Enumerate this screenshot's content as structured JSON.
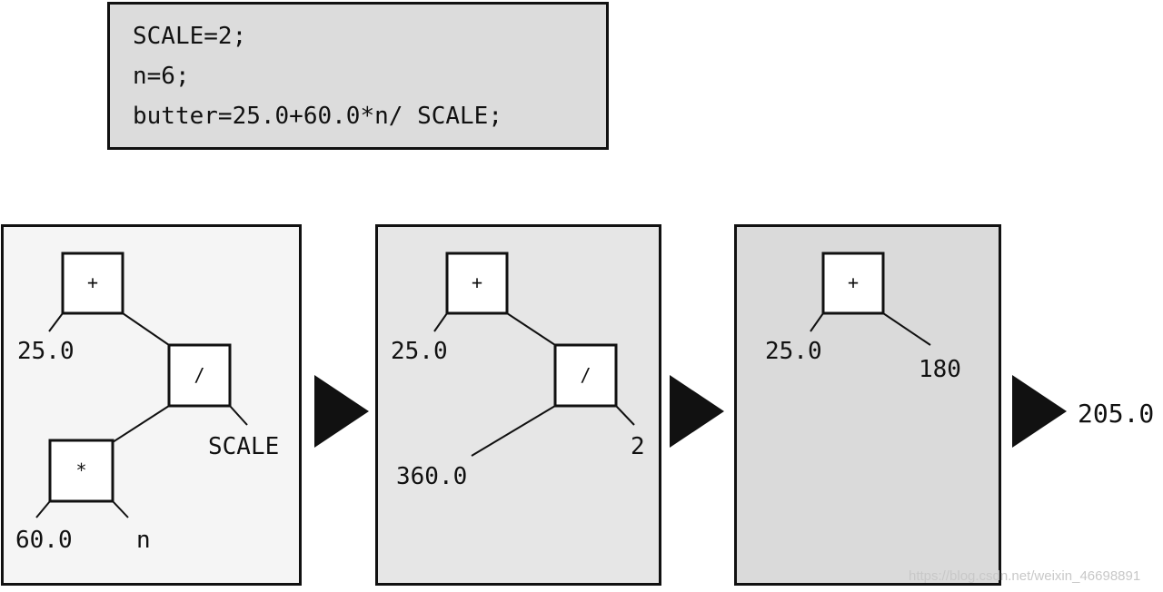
{
  "code": {
    "lines": [
      "SCALE=2;",
      "n=6;",
      "butter=25.0+60.0*n/ SCALE;"
    ]
  },
  "panels": [
    {
      "background": "#f5f5f5",
      "ops": [
        "+",
        "/",
        "*"
      ],
      "labels": [
        "25.0",
        "SCALE",
        "60.0",
        "n"
      ]
    },
    {
      "background": "#e6e6e6",
      "ops": [
        "+",
        "/"
      ],
      "labels": [
        "25.0",
        "360.0",
        "2"
      ]
    },
    {
      "background": "#dadada",
      "ops": [
        "+"
      ],
      "labels": [
        "25.0",
        "180"
      ]
    }
  ],
  "result": "205.0",
  "watermark": "https://blog.csdn.net/weixin_46698891",
  "colors": {
    "ink": "#111111",
    "node_fill": "#ffffff",
    "arrow": "#111111"
  }
}
